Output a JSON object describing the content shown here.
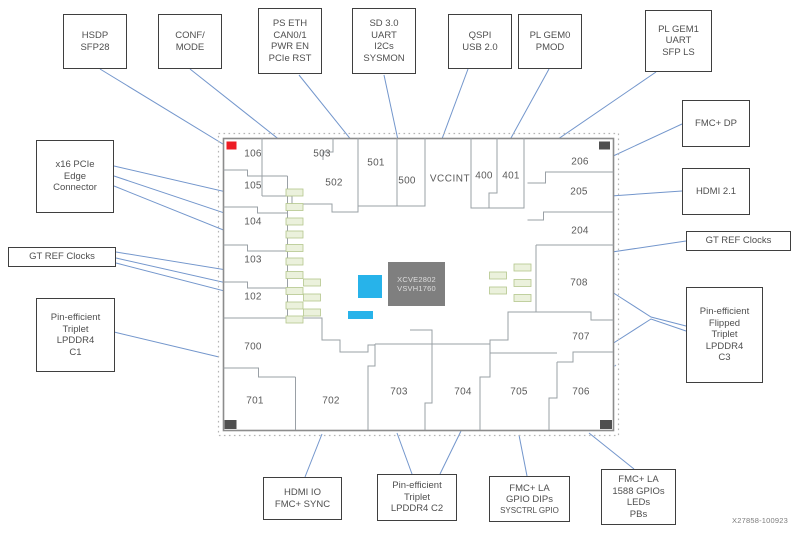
{
  "figure": {
    "id_label": "X27858-100923"
  },
  "colors": {
    "connector_blue": "#7396cc",
    "chip_border": "#8c8c8c",
    "bank_line": "#9aa0a6",
    "corner_red": "#ed1c24",
    "corner_gray": "#4f4f4f",
    "gt_quad_fill": "#ebf1dc",
    "gt_quad_border": "#b4c68c",
    "cyan_block": "#27b3ea",
    "die_gray": "#7f7f7f"
  },
  "chip": {
    "part_number_lines": [
      "XCVE2802",
      "VSVH1760"
    ],
    "power_label": "VCCINT",
    "bank_labels": {
      "b106": "106",
      "b105": "105",
      "b104": "104",
      "b103": "103",
      "b102": "102",
      "b700": "700",
      "b701": "701",
      "b702": "702",
      "b703": "703",
      "b704": "704",
      "b705": "705",
      "b706": "706",
      "b707": "707",
      "b708": "708",
      "b204": "204",
      "b205": "205",
      "b206": "206",
      "b400": "400",
      "b401": "401",
      "b500": "500",
      "b501": "501",
      "b502": "502",
      "b503": "503"
    }
  },
  "callouts": {
    "hsdp": {
      "lines": [
        "HSDP",
        "SFP28"
      ]
    },
    "conf": {
      "lines": [
        "CONF/",
        "MODE"
      ]
    },
    "pseth": {
      "lines": [
        "PS ETH",
        "CAN0/1",
        "PWR EN",
        "PCIe RST"
      ]
    },
    "sd": {
      "lines": [
        "SD 3.0",
        "UART",
        "I2Cs",
        "SYSMON"
      ]
    },
    "qspi": {
      "lines": [
        "QSPI",
        "USB 2.0"
      ]
    },
    "gem0": {
      "lines": [
        "PL GEM0",
        "PMOD"
      ]
    },
    "gem1": {
      "lines": [
        "PL GEM1",
        "UART",
        "SFP LS"
      ]
    },
    "fmcdp": {
      "lines": [
        "FMC+ DP"
      ]
    },
    "hdmi21": {
      "lines": [
        "HDMI 2.1"
      ]
    },
    "gtref_right": {
      "lines": [
        "GT REF Clocks"
      ]
    },
    "c3": {
      "lines": [
        "Pin-efficient",
        "Flipped",
        "Triplet",
        "LPDDR4",
        "C3"
      ]
    },
    "pcie": {
      "lines": [
        "x16 PCIe",
        "Edge",
        "Connector"
      ]
    },
    "gtref_left": {
      "lines": [
        "GT REF Clocks"
      ]
    },
    "c1": {
      "lines": [
        "Pin-efficient",
        "Triplet",
        "LPDDR4",
        "C1"
      ]
    },
    "hdmiio": {
      "lines": [
        "HDMI IO",
        "FMC+ SYNC"
      ]
    },
    "c2": {
      "lines": [
        "Pin-efficient",
        "Triplet",
        "LPDDR4 C2"
      ]
    },
    "fmcla_gpio": {
      "lines": [
        "FMC+ LA",
        "GPIO DIPs",
        "SYSCTRL GPIO"
      ]
    },
    "fmcla_1588": {
      "lines": [
        "FMC+ LA",
        "1588 GPIOs",
        "LEDs",
        "PBs"
      ]
    }
  }
}
